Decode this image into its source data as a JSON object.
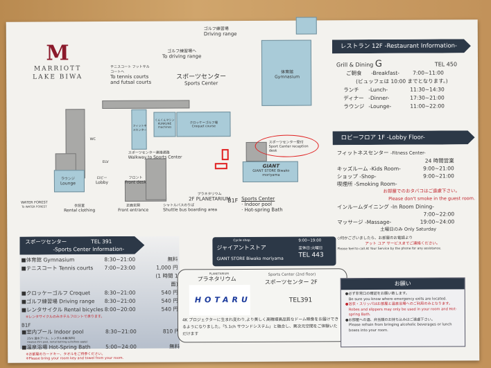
{
  "logo": {
    "brand": "MARRIOTT",
    "location": "LAKE BIWA"
  },
  "map": {
    "driving_range_jp": "ゴルフ練習場",
    "driving_range": "Driving range",
    "to_driving_range_jp": "ゴルフ練習場へ",
    "to_driving_range": "To driving range",
    "to_tennis_jp": "テニスコート フットサルコートへ",
    "to_tennis": "To tennis courts and futsal courts",
    "sports_center_jp": "スポーツセンター",
    "sports_center": "Sports Center",
    "gym_jp": "体育館",
    "gym": "Gymnasium",
    "kunkun_jp": "くんくんマシン",
    "kunkun": "KUNKUNE machines",
    "croquet_jp": "クロッケーゴルフ場",
    "croquet": "Croquet course",
    "fitness_jp": "フィットネスセンター",
    "fitness": "Fitness center",
    "reception_jp": "スポーツセンター受付",
    "reception": "Sport Center reception desk",
    "walkway_jp": "スポーツセンター連絡通路",
    "walkway": "Walkway to Sports Center",
    "giant_logo": "GIANT",
    "giant": "GIANT STORE Biwako moriyama",
    "lounge_jp": "ラウンジ",
    "lounge": "Lounge",
    "lobby_jp": "ロビー",
    "lobby": "Lobby",
    "front_desk_jp": "フロント",
    "front_desk": "Front desk",
    "elv": "ELV",
    "wc": "WC",
    "water_forest": "WATER FOREST",
    "water_forest_sub": "To WATER FOREST",
    "rental_jp": "衣装室",
    "rental": "Rental clothing",
    "entrance_jp": "正面玄関",
    "entrance": "Front entrance",
    "shuttle_jp": "シャトルバスのりば",
    "shuttle": "Shuttle bus boarding area",
    "planetarium_jp": "プラネタリウム",
    "planetarium": "2F PLANETARIUM",
    "b1f": "B1F",
    "sc_b1f": "Sports Center",
    "pool": "· Indoor pool",
    "bath": "· Hot-spring Bath"
  },
  "restaurant": {
    "banner": "レストラン 12F -Restaurant Information-",
    "name": "Grill & Dining",
    "name_g": "G",
    "tel": "TEL 450",
    "rows": [
      [
        "ご朝食",
        "-Breakfast-",
        "7:00~11:00"
      ],
      [
        "ランチ",
        "-Lunch-",
        "11:30~14:30"
      ],
      [
        "ディナー",
        "-Dinner-",
        "17:30~21:00"
      ],
      [
        "ラウンジ",
        "-Lounge-",
        "11:00~22:00"
      ]
    ],
    "buffet_note": "(ビュッフェは 10:00 までとなります。)"
  },
  "lobby": {
    "banner": "ロビーフロア 1F -Lobby Floor-",
    "fitness": "フィットネスセンター",
    "fitness_en": "-Fitness Center-",
    "fitness_hours": "24 時間営業",
    "kids": "キッズルーム",
    "kids_en": "-Kids Room-",
    "kids_hours": "9:00~21:00",
    "shop": "ショップ",
    "shop_en": "-Shop-",
    "shop_hours": "9:00~21:00",
    "smoking": "喫煙所",
    "smoking_en": "-Smoking Room-",
    "smoking_note_jp": "お部屋でのおタバコはご遠慮下さい。",
    "smoking_note_en": "Please don't smoke in the guest room.",
    "dining": "インルームダイニング",
    "dining_en": "-In Room Dining-",
    "dining_hours": "7:00~22:00",
    "massage": "マッサージ",
    "massage_en": "-Massage-",
    "massage_hours": "19:00~24:00",
    "massage_note": "土曜日のみ  Only Saturday",
    "contact_jp1": "◇何かございましたら、お部屋のお電話より",
    "contact_jp2": "アット ユア サービスまでご連絡ください。",
    "contact_en": "Please feel to call At Your Service by the phone for any assistance."
  },
  "sports": {
    "banner_jp": "スポーツセンター",
    "tel": "TEL 391",
    "banner_en": "-Sports Center Information-",
    "rows": [
      [
        "■体育館 Gymnasium",
        "8:30~21:00",
        "無料"
      ],
      [
        "■テニスコート Tennis courts",
        "7:00~23:00",
        "1,000 円"
      ],
      [
        "",
        "",
        "(1 時間 1 面)"
      ],
      [
        "■クロッケーゴルフ Croquet",
        "8:30~21:00",
        "540 円"
      ],
      [
        "■ゴルフ練習場 Driving range",
        "8:30~21:00",
        "540 円"
      ],
      [
        "■レンタサイクル Rental bicycles",
        "8:00~20:00",
        "540 円"
      ]
    ],
    "bike_note": "※レンタサイクルのみホテルフロントで承ります。",
    "b1f": "B1F",
    "pool": [
      "■室内プール Indoor pool",
      "8:30~21:00",
      "810 円"
    ],
    "pool_note": "25m 温水プール、レンタル水着(有料)",
    "pool_note_en": "Heated 25m pool, rental bathing suits(fees apply)",
    "bath": [
      "■温泉浴場 Hot-Spring Bath",
      "5:00~24:00",
      "無料"
    ],
    "bath_note_jp": "※お部屋のカードキー、タオルをご持参ください。",
    "bath_note_en": "※Please bring your room key and towel from your room."
  },
  "giant": {
    "label": "Cycle shop",
    "name_jp": "ジャイアントストア",
    "name_en": "GIANT STORE Biwako moriyama",
    "hours": "9:00~19:00",
    "closed": "定休日:火曜日",
    "tel": "TEL 443"
  },
  "planetarium": {
    "label": "PLANETARIUM",
    "name_jp": "プラネタリウム",
    "logo": "HOTARU",
    "sc_label": "Sports Center (2nd floor)",
    "sc_jp": "スポーツセンター 2F",
    "tel": "TEL391",
    "desc": "4K プロジェクターに生まれ変わり,より美しく高精細高品質なドーム映像をお届けできるようになりました。「5.1ch サウンドシステム」と融合し、異次元空間をご体験いただけます"
  },
  "request": {
    "title": "お願い",
    "items": [
      {
        "jp": "●必ず非常口の確認をお願い致します。",
        "en": "Be sure you know where emergency exits are located.",
        "red": false
      },
      {
        "jp": "●浴衣・スリッパはお部屋と温泉浴場へのご利用のみとなります。",
        "en": "Robes and slippers may only be used in your room and Hot-spring Bath.",
        "red": true
      },
      {
        "jp": "●お部屋への酒、弁当類のお持ち込みはご遠慮下さい。",
        "en": "Please refrain from bringing alcoholic beverages or lunch boxes into your room.",
        "red": false
      }
    ]
  }
}
